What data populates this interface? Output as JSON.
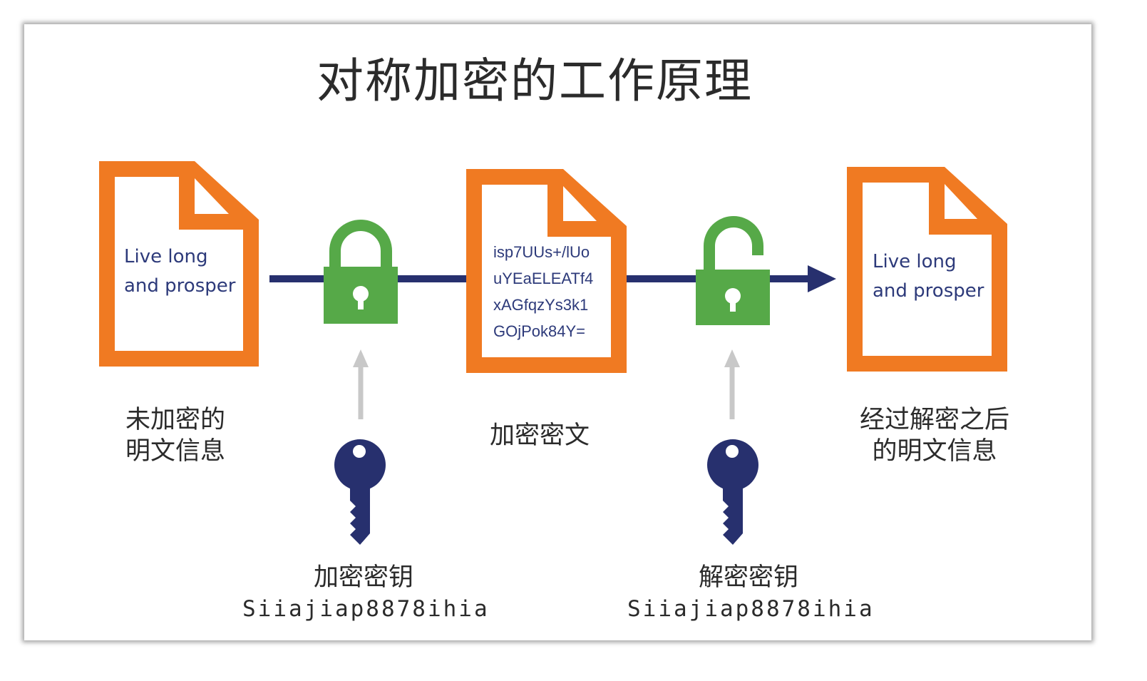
{
  "title": "对称加密的工作原理",
  "plaintext_doc": {
    "line1": "Live long",
    "line2": "and prosper"
  },
  "ciphertext_doc": [
    "isp7UUs+/lUo",
    "uYEaELEATf4",
    "xAGfqzYs3k1",
    "GOjPok84Y="
  ],
  "decrypted_doc": {
    "line1": "Live long",
    "line2": "and prosper"
  },
  "labels": {
    "plaintext": [
      "未加密的",
      "明文信息"
    ],
    "ciphertext": "加密密文",
    "decrypted": [
      "经过解密之后",
      "的明文信息"
    ],
    "encrypt_key": "加密密钥",
    "decrypt_key": "解密密钥"
  },
  "keys": {
    "encrypt_code": "Siiajiap8878ihia",
    "decrypt_code": "Siiajiap8878ihia"
  },
  "colors": {
    "document": "#f07a22",
    "lock": "#56a948",
    "arrow": "#27306e",
    "key": "#27306e",
    "up_arrow": "#c8c8c8"
  },
  "icons": [
    "document-icon",
    "locked-padlock-icon",
    "unlocked-padlock-icon",
    "key-icon",
    "arrow-icon"
  ]
}
